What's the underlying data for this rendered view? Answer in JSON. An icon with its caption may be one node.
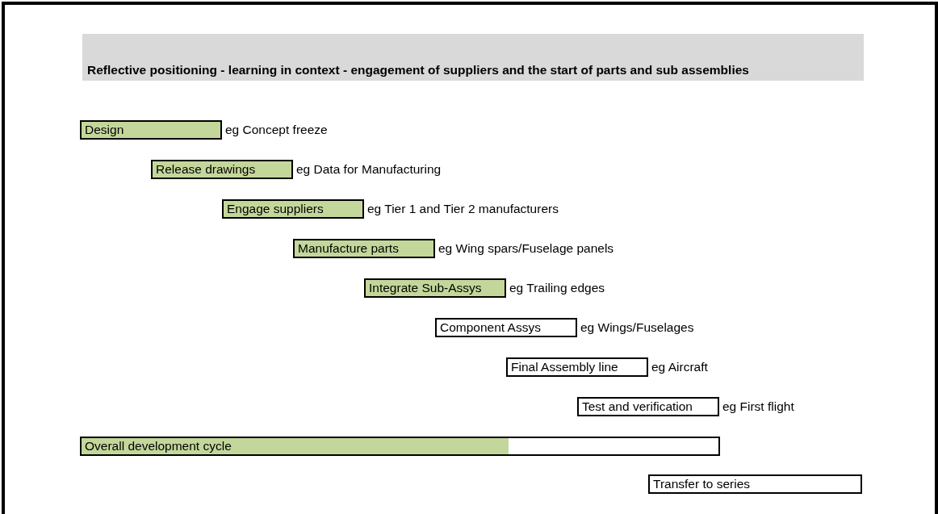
{
  "diagram": {
    "title": "Reflective positioning - learning in context - engagement of suppliers and the start of parts and sub assemblies",
    "nodes": [
      {
        "text": [
          "Design"
        ],
        "beside": [
          "eg Concept freeze"
        ]
      },
      {
        "text": [
          "Release drawings"
        ],
        "beside": [
          "eg Data for Manufacturing"
        ]
      },
      {
        "text": [
          "Engage suppliers"
        ],
        "beside": [
          "eg Tier 1 and Tier 2 manufacturers"
        ]
      },
      {
        "text": [
          "Manufacture parts"
        ],
        "beside": [
          "eg Wing spars/Fuselage panels"
        ]
      },
      {
        "text": [
          "Integrate Sub-Assys"
        ],
        "beside": [
          "eg Trailing edges"
        ]
      },
      {
        "text": [
          "Component Assys"
        ],
        "beside": [
          "eg Wings/Fuselages"
        ]
      },
      {
        "text": [
          "Final Assembly line"
        ],
        "beside": [
          "eg Aircraft"
        ]
      },
      {
        "text": [
          "Test and verification"
        ],
        "beside": [
          "eg First flight"
        ]
      },
      {
        "text": [
          "Overall development cycle"
        ]
      },
      {
        "text": [
          "Transfer to series"
        ]
      }
    ]
  }
}
